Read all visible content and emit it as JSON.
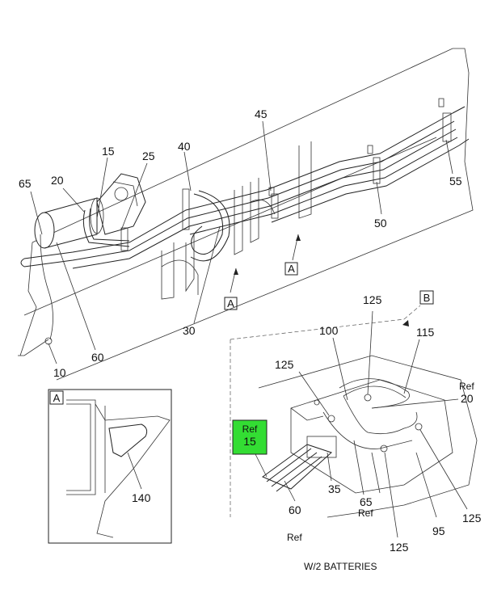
{
  "callouts": {
    "c15": "15",
    "c25": "25",
    "c40": "40",
    "c45": "45",
    "c20": "20",
    "c65": "65",
    "c30": "30",
    "c60": "60",
    "c10": "10",
    "c50": "50",
    "c55": "55",
    "c100": "100",
    "c115": "115",
    "c125a": "125",
    "c125b": "125",
    "c125c": "125",
    "c125d": "125",
    "c35": "35",
    "c65ref": "65",
    "c60ref": "60",
    "c95": "95",
    "c140": "140",
    "ref20": "20"
  },
  "ref_words": {
    "ref20": "Ref",
    "ref65": "Ref",
    "ref60": "Ref"
  },
  "view_tags": {
    "a1": "A",
    "a2": "A",
    "b": "B",
    "inset": "A"
  },
  "ref_box": {
    "line1": "Ref",
    "line2": "15",
    "color": "#33dd33"
  },
  "caption": "W/2 BATTERIES"
}
